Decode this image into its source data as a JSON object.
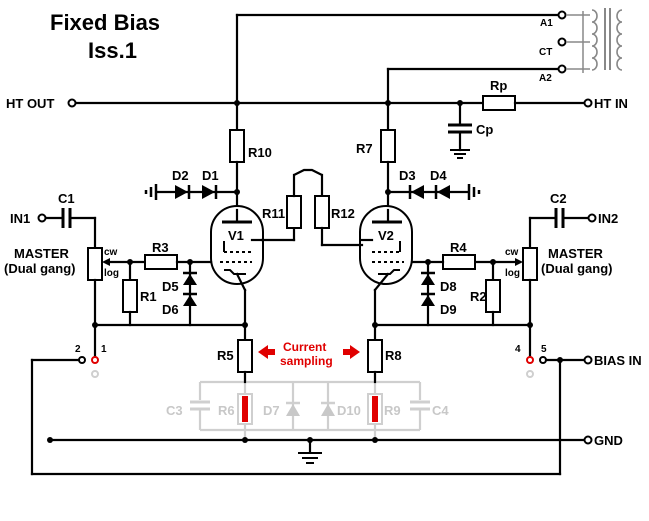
{
  "title": {
    "line1": "Fixed Bias",
    "line2": "Iss.1"
  },
  "terminals": {
    "ht_out": "HT OUT",
    "ht_in": "HT IN",
    "in1": "IN1",
    "in2": "IN2",
    "bias_in": "BIAS IN",
    "gnd": "GND",
    "a1": "A1",
    "ct": "CT",
    "a2": "A2"
  },
  "pot_left": {
    "name": "MASTER",
    "sub": "(Dual gang)",
    "cw": "cw",
    "log": "log"
  },
  "pot_right": {
    "name": "MASTER",
    "sub": "(Dual gang)",
    "cw": "cw",
    "log": "log"
  },
  "components": {
    "rp": "Rp",
    "cp": "Cp",
    "c1": "C1",
    "c2": "C2",
    "r1": "R1",
    "r2": "R2",
    "r3": "R3",
    "r4": "R4",
    "r5": "R5",
    "r7": "R7",
    "r8": "R8",
    "r10": "R10",
    "r11": "R11",
    "r12": "R12",
    "d1": "D1",
    "d2": "D2",
    "d3": "D3",
    "d4": "D4",
    "d5": "D5",
    "d6": "D6",
    "d8": "D8",
    "d9": "D9",
    "v1": "V1",
    "v2": "V2"
  },
  "optional": {
    "c3": "C3",
    "r6": "R6",
    "d7": "D7",
    "d10": "D10",
    "r9": "R9",
    "c4": "C4"
  },
  "switch_pins": {
    "p1": "1",
    "p2": "2",
    "p4": "4",
    "p5": "5"
  },
  "annotation": {
    "line1": "Current",
    "line2": "sampling"
  },
  "colors": {
    "wire": "#000000",
    "annotation": "#e00000",
    "optional": "#c8c8c8"
  }
}
